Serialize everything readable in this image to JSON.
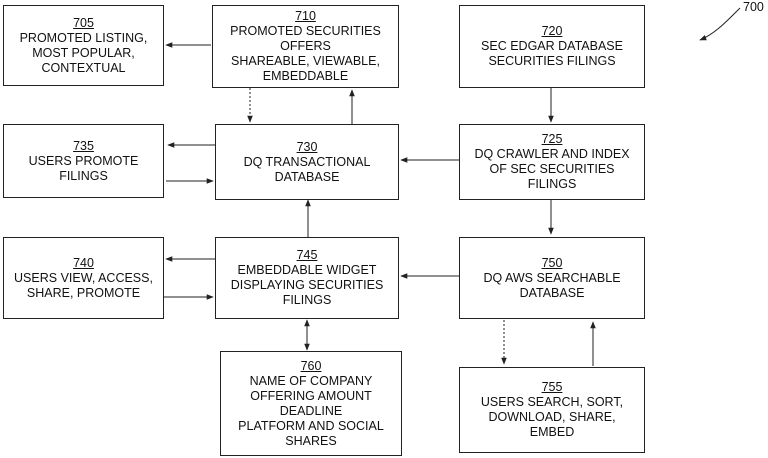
{
  "figure_ref": "700",
  "boxes": {
    "b705": {
      "num": "705",
      "lines": [
        "PROMOTED LISTING,",
        "MOST POPULAR,",
        "CONTEXTUAL"
      ]
    },
    "b710": {
      "num": "710",
      "lines": [
        "PROMOTED SECURITIES",
        "OFFERS",
        "SHAREABLE, VIEWABLE,",
        "EMBEDDABLE"
      ]
    },
    "b720": {
      "num": "720",
      "lines": [
        "SEC EDGAR DATABASE",
        "SECURITIES FILINGS"
      ]
    },
    "b735": {
      "num": "735",
      "lines": [
        "USERS PROMOTE",
        "FILINGS"
      ]
    },
    "b730": {
      "num": "730",
      "lines": [
        "DQ TRANSACTIONAL",
        "DATABASE"
      ]
    },
    "b725": {
      "num": "725",
      "lines": [
        "DQ CRAWLER AND INDEX",
        "OF SEC SECURITIES",
        "FILINGS"
      ]
    },
    "b740": {
      "num": "740",
      "lines": [
        "USERS VIEW, ACCESS,",
        "SHARE, PROMOTE"
      ]
    },
    "b745": {
      "num": "745",
      "lines": [
        "EMBEDDABLE WIDGET",
        "DISPLAYING SECURITIES",
        "FILINGS"
      ]
    },
    "b750": {
      "num": "750",
      "lines": [
        "DQ AWS SEARCHABLE",
        "DATABASE"
      ]
    },
    "b760": {
      "num": "760",
      "lines": [
        "NAME OF COMPANY",
        "OFFERING AMOUNT",
        "DEADLINE",
        "PLATFORM AND SOCIAL",
        "SHARES"
      ]
    },
    "b755": {
      "num": "755",
      "lines": [
        "USERS SEARCH, SORT,",
        "DOWNLOAD, SHARE,",
        "EMBED"
      ]
    }
  }
}
